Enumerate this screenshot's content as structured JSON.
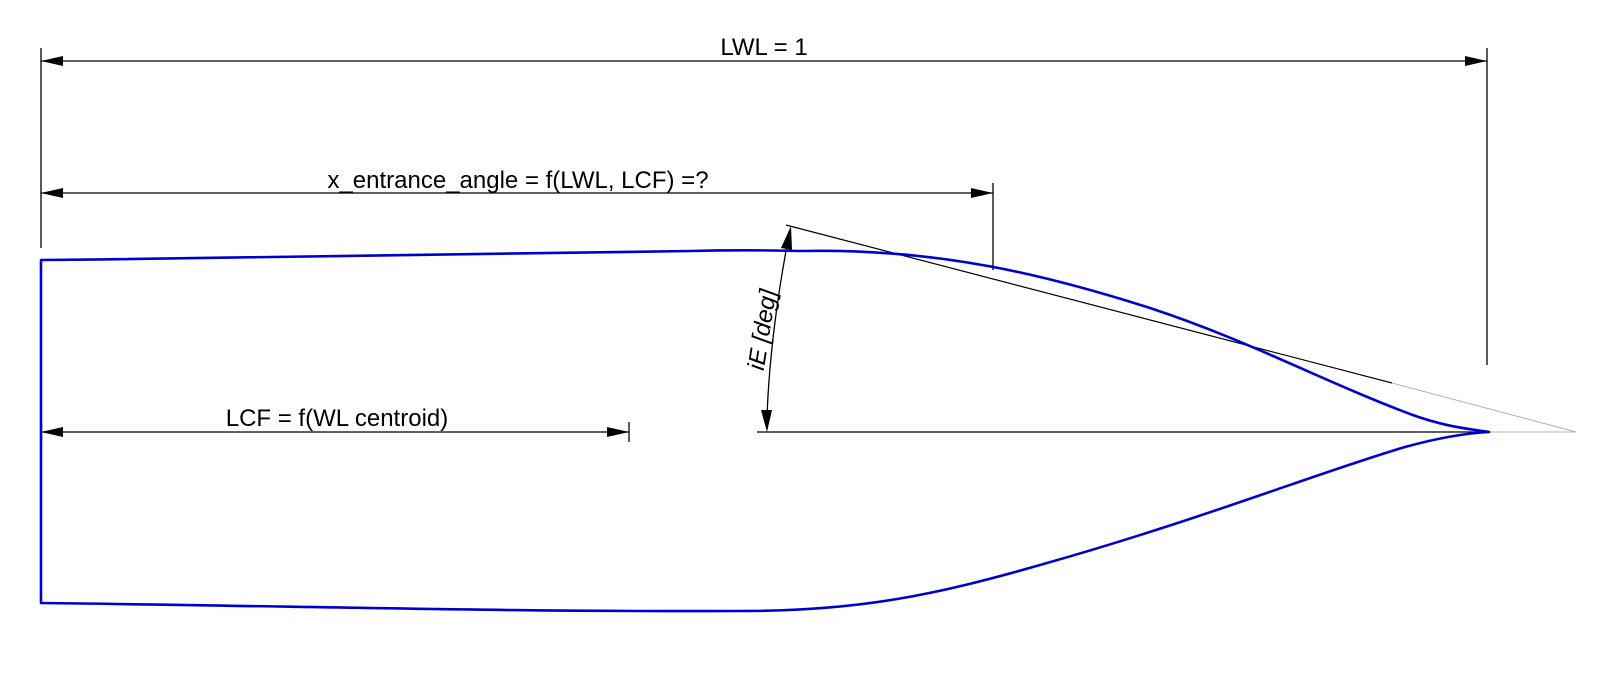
{
  "labels": {
    "lwl": "LWL = 1",
    "x_entrance_angle": "x_entrance_angle = f(LWL, LCF) =?",
    "lcf": "LCF = f(WL centroid)",
    "ie": "iE [deg]"
  },
  "colors": {
    "hull": "#0000cc",
    "dimension": "#000000",
    "construction": "#b0b0b0"
  }
}
